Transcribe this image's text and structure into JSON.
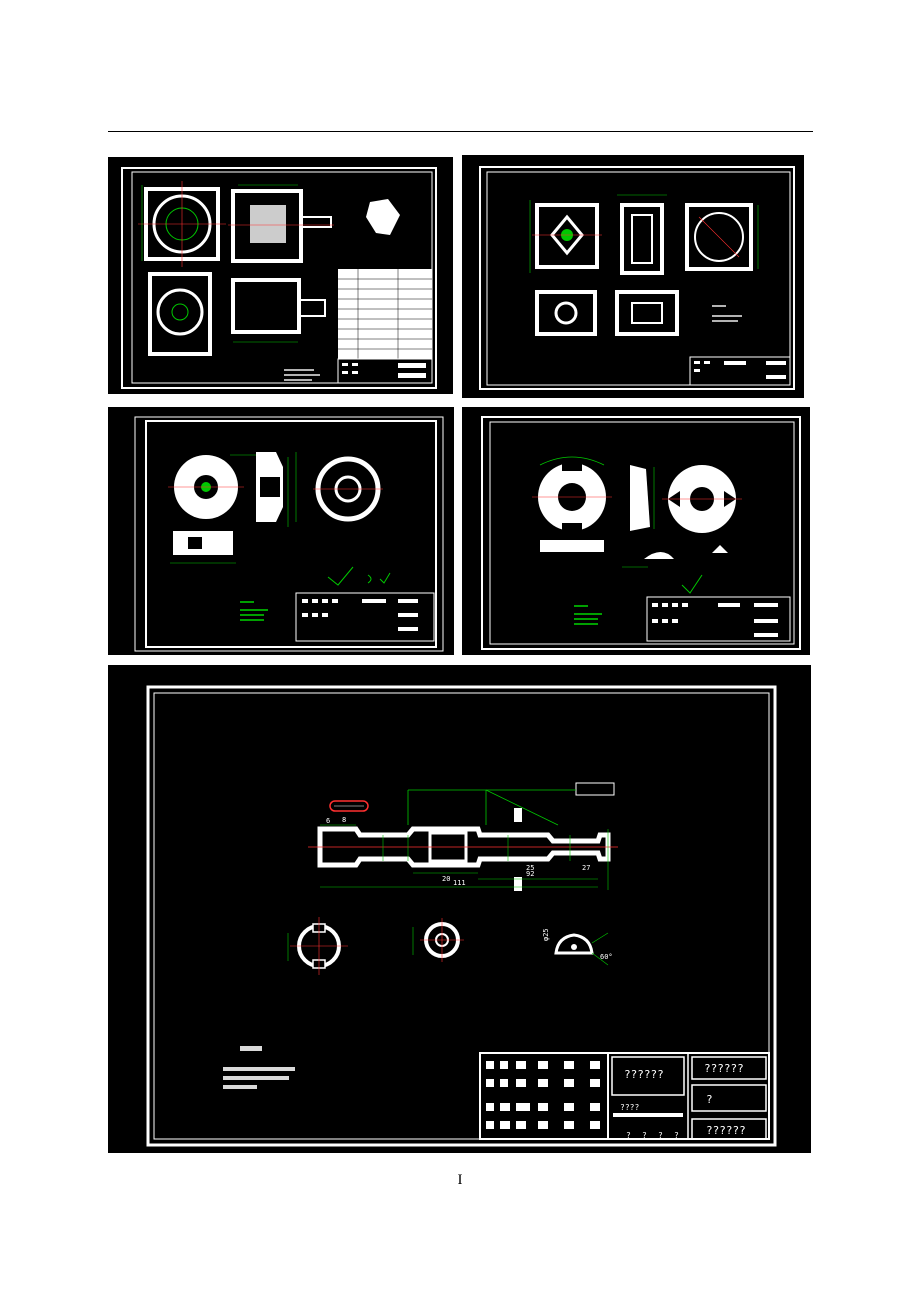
{
  "page": {
    "page_number": "I"
  },
  "drawings": [
    {
      "id": "assembly-drawing"
    },
    {
      "id": "pump-body-drawing"
    },
    {
      "id": "rotor-part-drawing"
    },
    {
      "id": "vane-part-drawing"
    },
    {
      "id": "shaft-part-drawing"
    }
  ],
  "shaft_sheet": {
    "title_block": {
      "cell_drawing_name": "??????",
      "cell_company": "??????",
      "cell_material": "?",
      "cell_drawing_no": "??????",
      "small_labels": [
        "????",
        "?",
        "?",
        "?",
        "?"
      ]
    },
    "dimensions": [
      "8",
      "20",
      "92",
      "111",
      "25",
      "27",
      "6",
      "φ25",
      "60°"
    ]
  },
  "colors": {
    "background": "#000000",
    "outline": "#ffffff",
    "dimension": "#00c800",
    "centerline": "#ff3030"
  }
}
